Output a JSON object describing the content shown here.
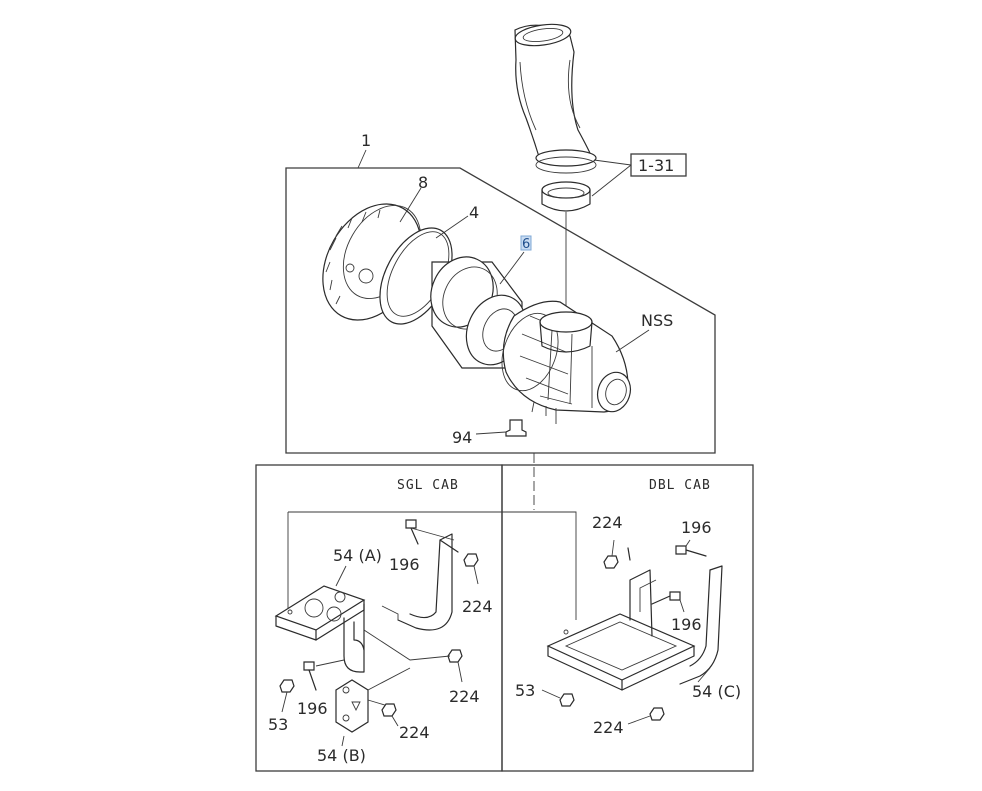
{
  "callouts": {
    "assembly": "1",
    "cover": "8",
    "gasket": "4",
    "element": "6",
    "intake_ref": "1-31",
    "housing": "NSS",
    "drain_valve": "94"
  },
  "panels": {
    "sgl_cab": {
      "header": "SGL CAB",
      "labels": {
        "bracket_a": "54 (A)",
        "bolt_top": "196",
        "nut_right": "224",
        "nut_mid": "224",
        "nut_left": "53",
        "bolt_low": "196",
        "bracket_b": "54 (B)",
        "nut_low": "224"
      }
    },
    "dbl_cab": {
      "header": "DBL CAB",
      "labels": {
        "nut_top": "224",
        "bolt_top": "196",
        "bolt_mid": "196",
        "bracket_c": "54 (C)",
        "nut_left": "53",
        "nut_bottom": "224"
      }
    }
  }
}
